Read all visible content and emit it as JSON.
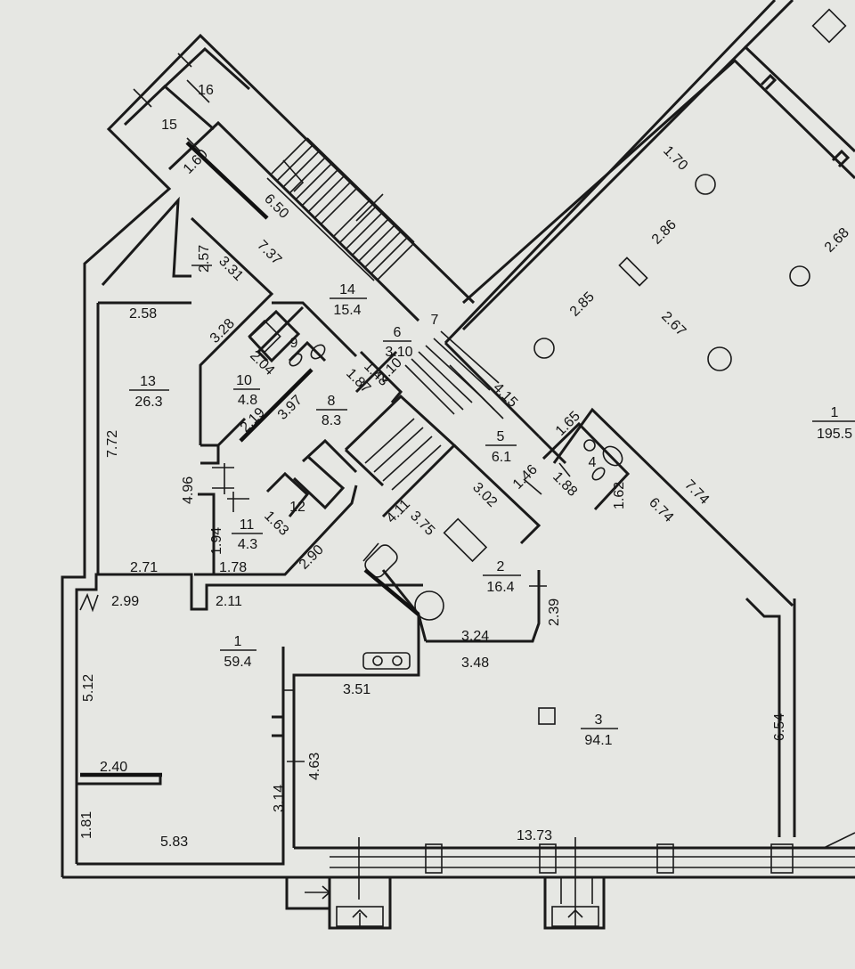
{
  "colors": {
    "paper": "#e6e7e3",
    "ink": "#1a1a1a"
  },
  "rooms": [
    {
      "number": "1",
      "area": "59.4"
    },
    {
      "number": "2",
      "area": "16.4"
    },
    {
      "number": "3",
      "area": "94.1"
    },
    {
      "number": "4",
      "area": ""
    },
    {
      "number": "5",
      "area": "6.1"
    },
    {
      "number": "6",
      "area": "3.10"
    },
    {
      "number": "7",
      "area": ""
    },
    {
      "number": "8",
      "area": "8.3"
    },
    {
      "number": "9",
      "area": ""
    },
    {
      "number": "10",
      "area": "4.8"
    },
    {
      "number": "11",
      "area": "4.3"
    },
    {
      "number": "12",
      "area": ""
    },
    {
      "number": "13",
      "area": "26.3"
    },
    {
      "number": "14",
      "area": "15.4"
    },
    {
      "number": "15",
      "area": ""
    },
    {
      "number": "16",
      "area": ""
    },
    {
      "number": "1",
      "area": "195.5"
    }
  ],
  "dimensions": [
    "2.99",
    "2.11",
    "5.12",
    "2.40",
    "1.81",
    "5.83",
    "3.14",
    "4.63",
    "3.51",
    "13.73",
    "6.54",
    "3.24",
    "3.48",
    "2.39",
    "2.58",
    "7.72",
    "4.96",
    "2.71",
    "1.94",
    "1.78",
    "2.90",
    "3.28",
    "2.57",
    "3.31",
    "7.37",
    "6.50",
    "1.60",
    "1.70",
    "2.86",
    "2.68",
    "2.85",
    "2.67",
    "4.15",
    "1.65",
    "7.74",
    "6.74",
    "1.62",
    "1.88",
    "1.46",
    "3.02",
    "3.75",
    "4.11",
    "3.97",
    "1.87",
    "1.48",
    "2.10",
    "2.04",
    "2.19",
    "1.63"
  ]
}
